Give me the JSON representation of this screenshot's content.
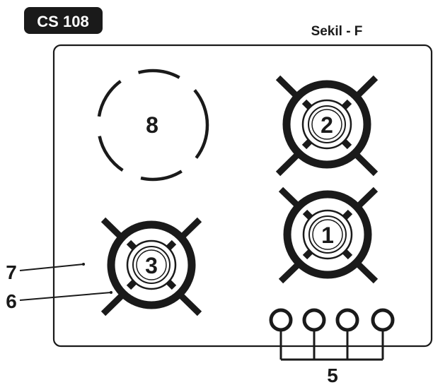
{
  "header": {
    "model_badge": "CS 108",
    "figure_title": "Sekil - F"
  },
  "burners": {
    "b1": "1",
    "b2": "2",
    "b3": "3",
    "b8": "8"
  },
  "callouts": {
    "c5": "5",
    "c6": "6",
    "c7": "7"
  },
  "colors": {
    "ink": "#1a1a1a",
    "badge_bg": "#1a1a1a",
    "badge_text": "#ffffff",
    "panel_stroke": "#1a1a1a",
    "background": "#ffffff"
  }
}
